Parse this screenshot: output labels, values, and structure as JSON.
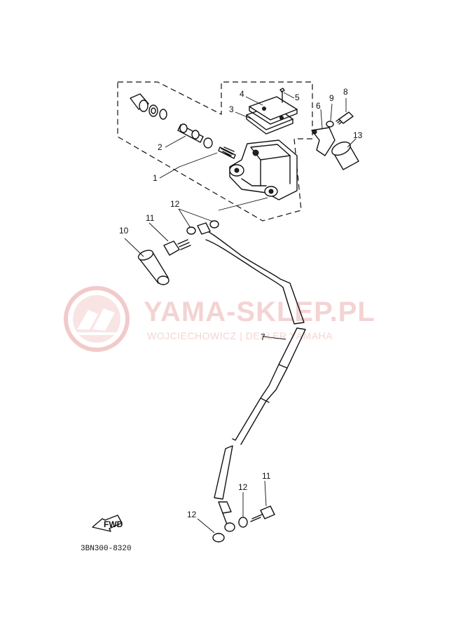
{
  "diagram": {
    "part_code": "3BN300-8320",
    "fwd_label": "FWD",
    "callouts": [
      "1",
      "2",
      "3",
      "4",
      "5",
      "6",
      "7",
      "8",
      "9",
      "10",
      "11",
      "11",
      "12",
      "12",
      "12",
      "13"
    ]
  },
  "watermark": {
    "title": "YAMA-SKLEP.PL",
    "subtitle": "WOJCIECHOWICZ | DEALER YAMAHA",
    "color": "#e8a0a0"
  }
}
